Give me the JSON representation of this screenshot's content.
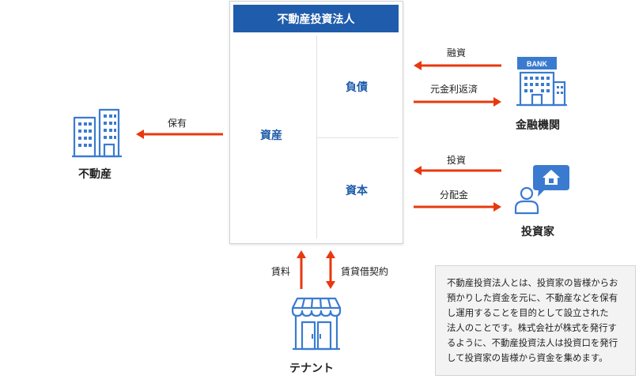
{
  "center": {
    "title": "不動産投資法人",
    "assets": "資産",
    "liabilities": "負債",
    "equity": "資本"
  },
  "left": {
    "arrow_label": "保有",
    "entity": "不動産",
    "icon": "office-buildings-icon"
  },
  "bank": {
    "entity": "金融機関",
    "sign_text": "BANK",
    "arrow_in_label": "融資",
    "arrow_out_label": "元金利返済",
    "icon": "bank-building-icon"
  },
  "investor": {
    "entity": "投資家",
    "arrow_in_label": "投資",
    "arrow_out_label": "分配金",
    "icon": "investor-house-bubble-icon"
  },
  "tenant": {
    "entity": "テナント",
    "rent_label": "賃料",
    "lease_label": "賃貸借契約",
    "icon": "storefront-icon"
  },
  "note": {
    "lines": [
      "不動産投資法人とは、投資家の皆様からお",
      "預かりした資金を元に、不動産などを保有",
      "し運用することを目的として設立された",
      "法人のことです。株式会社が株式を発行す",
      "るように、不動産投資法人は投資口を発行",
      "して投資家の皆様から資金を集めます。"
    ]
  },
  "colors": {
    "accent_blue": "#1f5cab",
    "icon_blue": "#3a7bd0",
    "arrow_red": "#e8380d",
    "note_bg": "#f3f3f3"
  }
}
